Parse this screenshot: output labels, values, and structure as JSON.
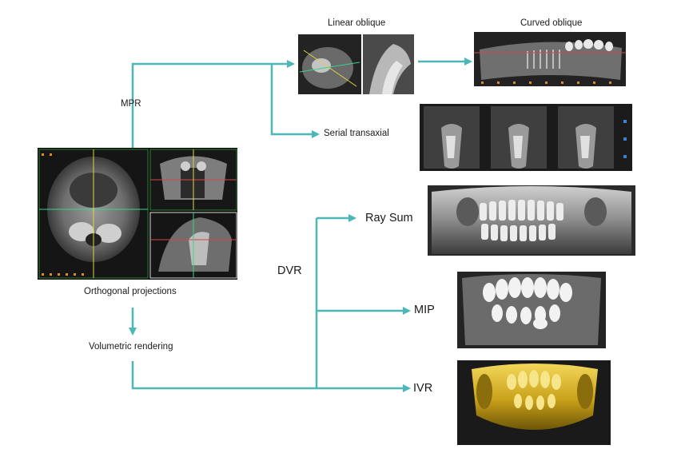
{
  "labels": {
    "linear_oblique": "Linear oblique",
    "curved_oblique": "Curved oblique",
    "mpr": "MPR",
    "serial_transaxial": "Serial transaxial",
    "orthogonal_projections": "Orthogonal projections",
    "volumetric_rendering": "Volumetric rendering",
    "dvr": "DVR",
    "ray_sum": "Ray Sum",
    "mip": "MIP",
    "ivr": "IVR"
  },
  "colors": {
    "arrow": "#4db6b6",
    "ct_background": "#111111",
    "ivr_tint": "#d9b21f"
  }
}
